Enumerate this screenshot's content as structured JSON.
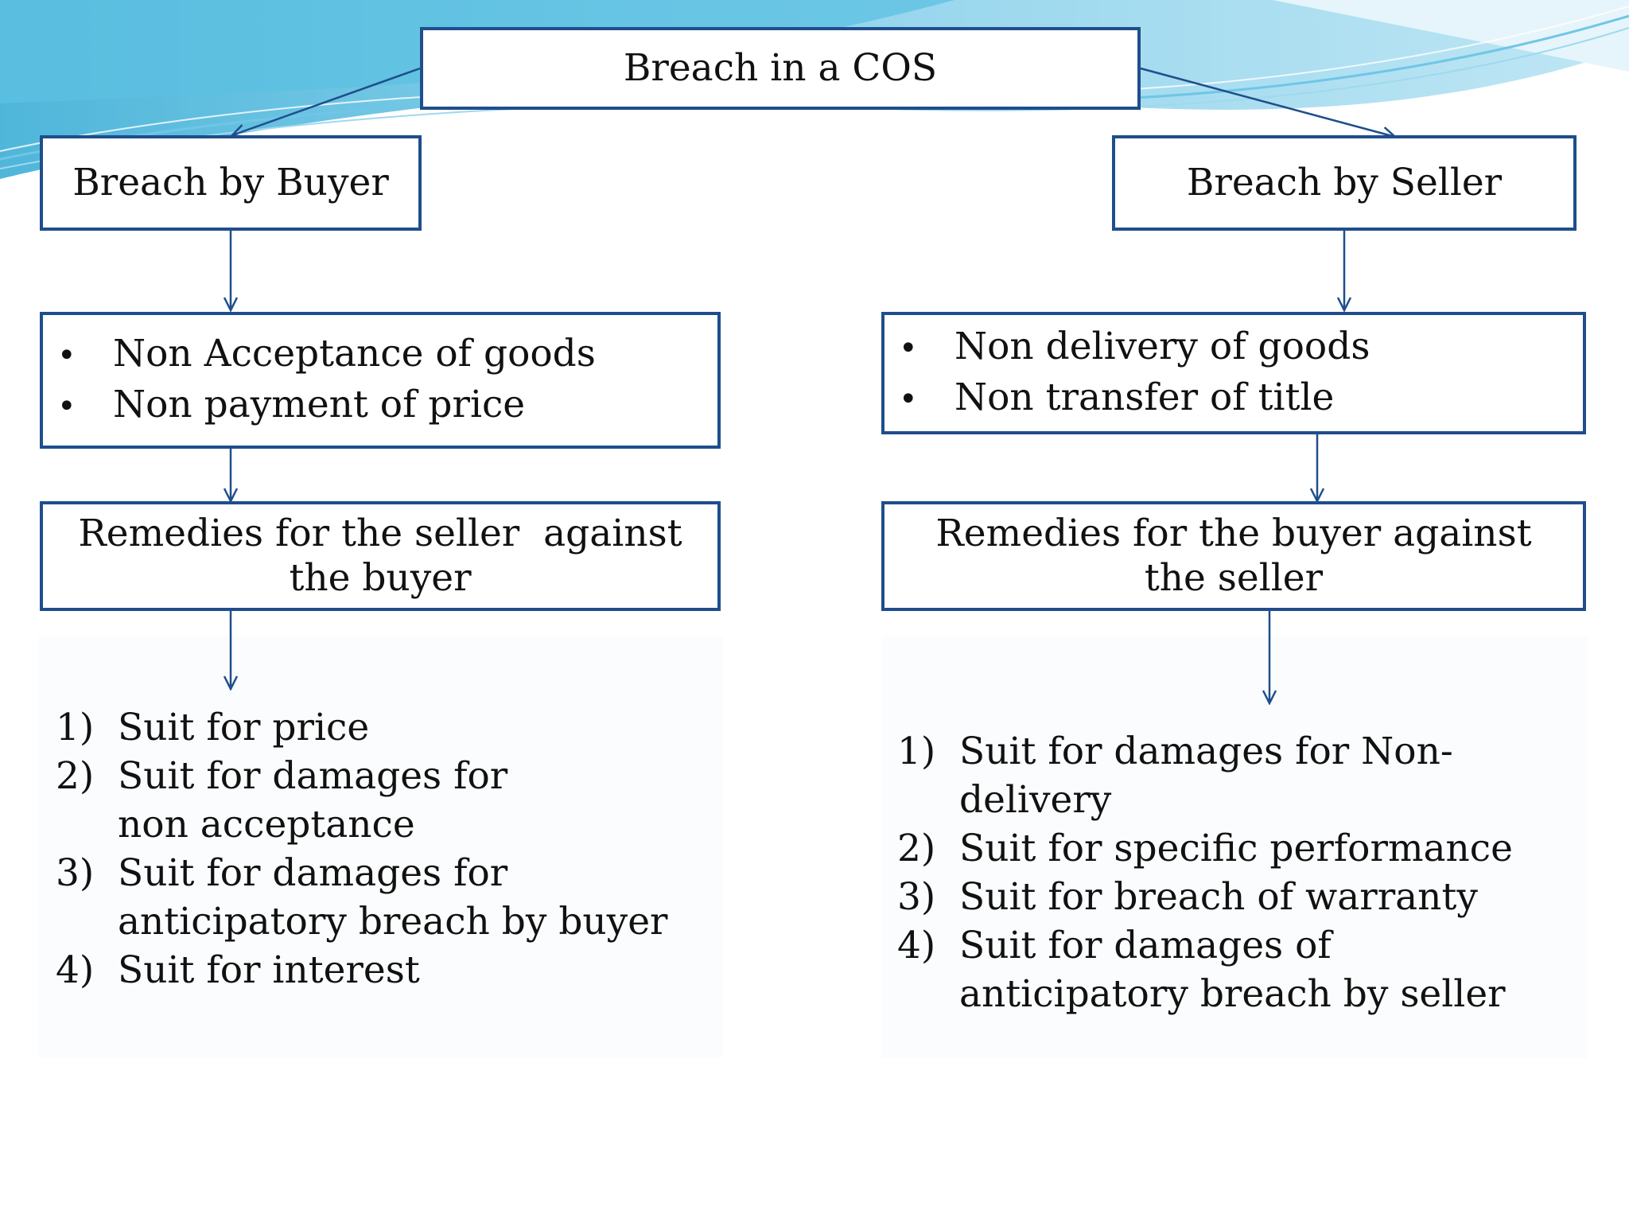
{
  "diagram": {
    "root": {
      "label": "Breach in a COS"
    },
    "buyer_branch": {
      "title": "Breach by Buyer",
      "breaches": [
        "Non Acceptance of goods",
        "Non payment of price"
      ],
      "remedies_title": "Remedies for the seller  against the buyer",
      "remedies": [
        {
          "num": "1)",
          "text": "Suit for price"
        },
        {
          "num": "2)",
          "text": "Suit for damages for non acceptance"
        },
        {
          "num": "3)",
          "text": "Suit for damages for anticipatory breach by buyer"
        },
        {
          "num": "4)",
          "text": "Suit for interest"
        }
      ]
    },
    "seller_branch": {
      "title": "Breach by Seller",
      "breaches": [
        "Non delivery of goods",
        "Non transfer of title"
      ],
      "remedies_title": "Remedies for the buyer against the seller",
      "remedies": [
        {
          "num": "1)",
          "text": "Suit for damages for Non-delivery"
        },
        {
          "num": "2)",
          "text": "Suit for specific performance"
        },
        {
          "num": "3)",
          "text": "Suit for breach of warranty"
        },
        {
          "num": "4)",
          "text": "Suit for damages of anticipatory breach by seller"
        }
      ]
    },
    "colors": {
      "box_border": "#1f4e8c",
      "connector": "#1f4e8c",
      "wave_light": "#d7eef7",
      "wave_mid": "#8fd0ea",
      "wave_dark": "#52b3d9"
    }
  }
}
